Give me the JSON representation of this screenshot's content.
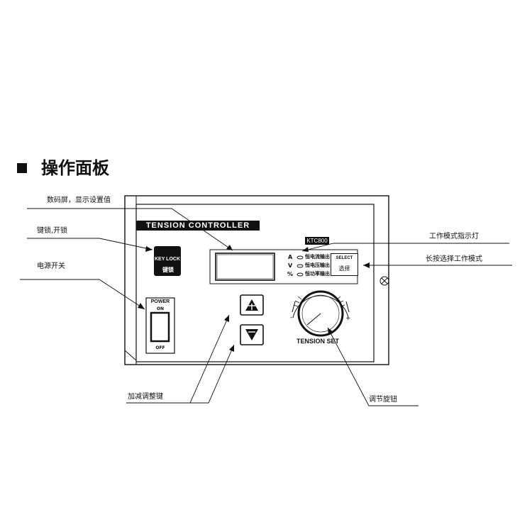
{
  "heading": {
    "title": "操作面板"
  },
  "panel": {
    "banner": "TENSION CONTROLLER",
    "model": "KTC800",
    "key_lock": {
      "label": "KEY LOCK",
      "sub": "键锁"
    },
    "power": {
      "label": "POWER",
      "on": "ON",
      "off": "OFF"
    },
    "modes": [
      {
        "symbol": "A",
        "label": "恒电流输出"
      },
      {
        "symbol": "V",
        "label": "恒电压输出"
      },
      {
        "symbol": "%",
        "label": "恒功率输出"
      }
    ],
    "select": {
      "label": "SELECT",
      "sub": "选择"
    },
    "knob": {
      "label": "TENSION SET",
      "minus": "-",
      "plus": "+"
    }
  },
  "callouts": {
    "display": "数码屏，显示设置值",
    "key_lock": "键锁,开锁",
    "power": "电源开关",
    "mode_indicator": "工作模式指示灯",
    "select": "长按选择工作模式",
    "adjust_keys": "加减调整键",
    "knob": "调节旋钮"
  }
}
